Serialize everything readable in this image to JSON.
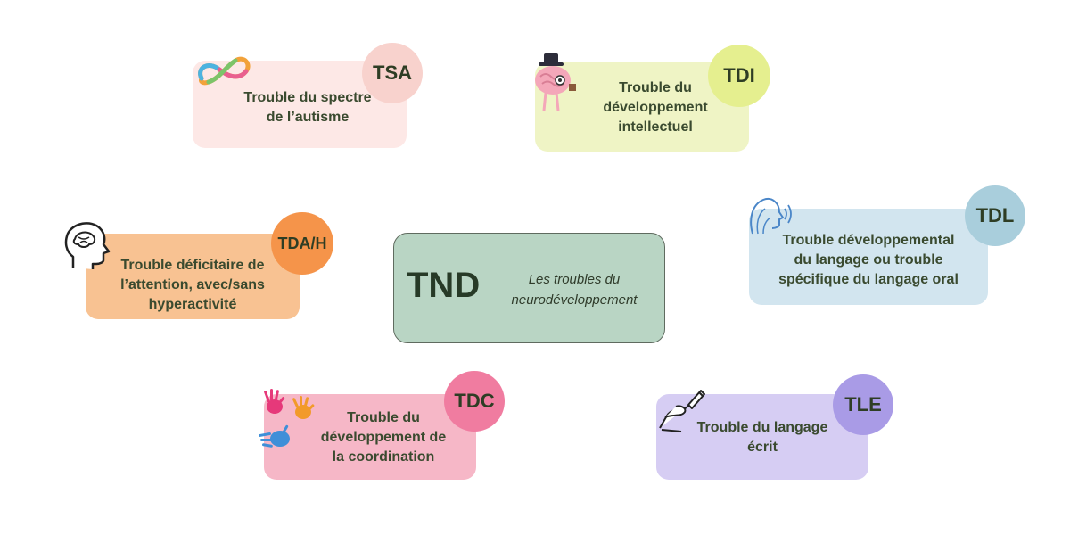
{
  "center": {
    "acronym": "TND",
    "subtitle": "Les troubles du\nneurodéveloppement"
  },
  "nodes": {
    "tsa": {
      "acronym": "TSA",
      "label": "Trouble du spectre\nde l’autisme",
      "icon": "infinity-icon",
      "color": "#fde8e6",
      "badge_color": "#f8d2cd"
    },
    "tdi": {
      "acronym": "TDI",
      "label": "Trouble du\ndéveloppement\nintellectuel",
      "icon": "brain-character-icon",
      "color": "#eff4c5",
      "badge_color": "#e5ef8f"
    },
    "tdah": {
      "acronym": "TDA/H",
      "label": "Trouble déficitaire de\nl’attention, avec/sans\nhyperactivité",
      "icon": "head-brain-icon",
      "color": "#f8c292",
      "badge_color": "#f5944a"
    },
    "tdl": {
      "acronym": "TDL",
      "label": "Trouble développemental\ndu langage ou trouble\nspécifique du langage oral",
      "icon": "speaking-head-icon",
      "color": "#d2e5ef",
      "badge_color": "#a9cedc"
    },
    "tdc": {
      "acronym": "TDC",
      "label": "Trouble du\ndéveloppement de\nla coordination",
      "icon": "hands-icon",
      "color": "#f6b7c7",
      "badge_color": "#f07ca0"
    },
    "tle": {
      "acronym": "TLE",
      "label": "Trouble du langage\nécrit",
      "icon": "writing-hand-icon",
      "color": "#d6cdf3",
      "badge_color": "#a99be6"
    }
  }
}
